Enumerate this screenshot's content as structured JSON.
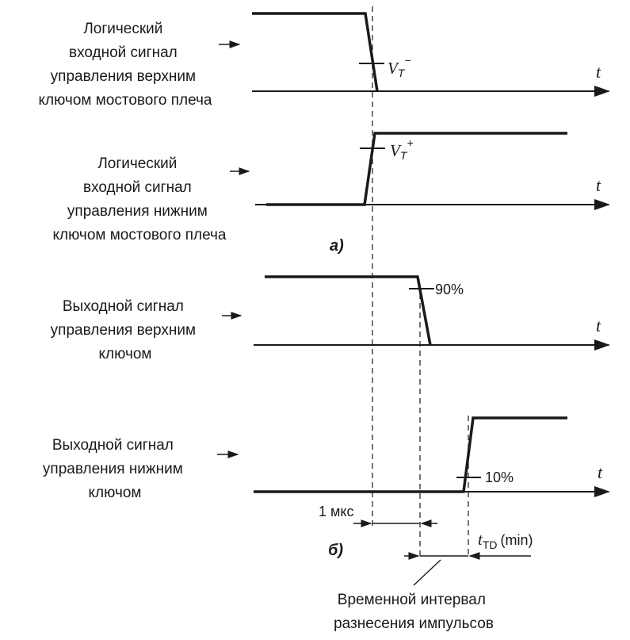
{
  "signals": [
    {
      "label_lines": [
        "Логический",
        "входной сигнал",
        "управления верхним",
        "ключом мостового плеча"
      ],
      "axis_symbol": "t",
      "marker": {
        "symbol": "V",
        "sub": "T",
        "sup": "−"
      }
    },
    {
      "label_lines": [
        "Логический",
        "входной сигнал",
        "управления нижним",
        "ключом мостового плеча"
      ],
      "axis_symbol": "t",
      "marker": {
        "symbol": "V",
        "sub": "T",
        "sup": "+"
      }
    },
    {
      "label_lines": [
        "Выходной сигнал",
        "управления верхним",
        "ключом"
      ],
      "axis_symbol": "t",
      "marker_label": "90%"
    },
    {
      "label_lines": [
        "Выходной сигнал",
        "управления нижним",
        "ключом"
      ],
      "axis_symbol": "t",
      "marker_label": "10%"
    }
  ],
  "part_labels": {
    "a": "a)",
    "b": "б)"
  },
  "annotations": {
    "delay": "1 мкс",
    "dead_time": {
      "symbol": "t",
      "sub": "TD",
      "suffix": "(min)"
    },
    "interval_lines": [
      "Временной интервал",
      "разнесения импульсов"
    ]
  }
}
